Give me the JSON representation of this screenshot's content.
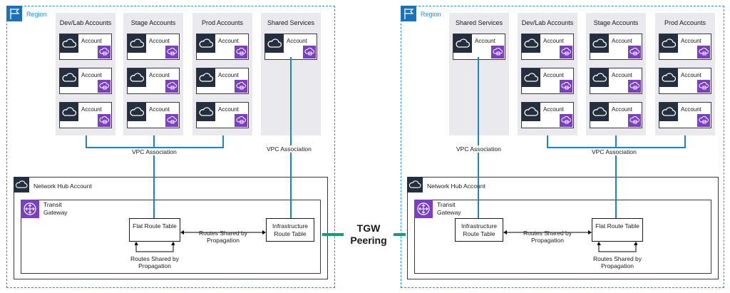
{
  "regions": {
    "left": {
      "label": "Region",
      "columns": [
        {
          "title": "Dev/Lab Accounts",
          "accounts": [
            "Account",
            "Account",
            "Account"
          ]
        },
        {
          "title": "Stage Accounts",
          "accounts": [
            "Account",
            "Account",
            "Account"
          ]
        },
        {
          "title": "Prod Accounts",
          "accounts": [
            "Account",
            "Account",
            "Account"
          ]
        },
        {
          "title": "Shared Services",
          "accounts": [
            "Account"
          ]
        }
      ],
      "assoc_labels": [
        "VPC Association",
        "VPC Association"
      ],
      "hub": {
        "label": "Network Hub Account",
        "tgw_label": "Transit Gateway",
        "flat_rt": "Flat Route Table",
        "infra_rt": "Infrastructure Route Table",
        "routes_shared": "Routes Shared by Propagation",
        "routes_self": "Routes Shared by Propagation"
      }
    },
    "right": {
      "label": "Region",
      "columns": [
        {
          "title": "Shared Services",
          "accounts": [
            "Account"
          ]
        },
        {
          "title": "Dev/Lab Accounts",
          "accounts": [
            "Account",
            "Account",
            "Account"
          ]
        },
        {
          "title": "Stage Accounts",
          "accounts": [
            "Account",
            "Account",
            "Account"
          ]
        },
        {
          "title": "Prod Accounts",
          "accounts": [
            "Account",
            "Account",
            "Account"
          ]
        }
      ],
      "assoc_labels": [
        "VPC Association",
        "VPC Association"
      ],
      "hub": {
        "label": "Network Hub Account",
        "tgw_label": "Transit Gateway",
        "flat_rt": "Flat Route Table",
        "infra_rt": "Infrastructure Route Table",
        "routes_shared": "Routes Shared by Propagation",
        "routes_self": "Routes Shared by Propagation"
      }
    }
  },
  "peering": {
    "label": "TGW Peering"
  },
  "colors": {
    "region_border": "#2b8fd6",
    "vpc_line": "#1a86c8",
    "peering": "#1a9a7a",
    "vpc_icon": "#7d3fc1"
  }
}
